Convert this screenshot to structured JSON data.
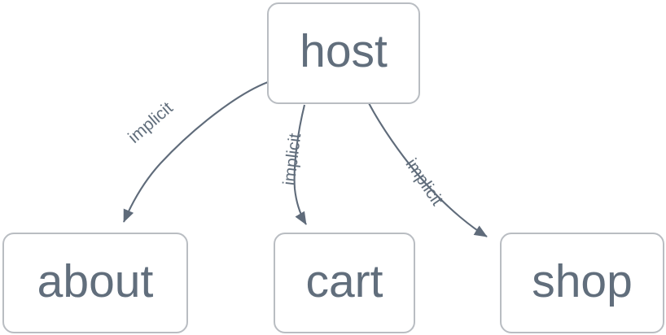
{
  "diagram": {
    "type": "directed-graph",
    "background_color": "#ffffff",
    "node_fill": "#ffffff",
    "node_border_color": "#b9bdc2",
    "text_color": "#616e7c",
    "edge_color": "#5f6b7a",
    "nodes": [
      {
        "id": "host",
        "label": "host"
      },
      {
        "id": "about",
        "label": "about"
      },
      {
        "id": "cart",
        "label": "cart"
      },
      {
        "id": "shop",
        "label": "shop"
      }
    ],
    "edges": [
      {
        "from": "host",
        "to": "about",
        "label": "implicit"
      },
      {
        "from": "host",
        "to": "cart",
        "label": "implicit"
      },
      {
        "from": "host",
        "to": "shop",
        "label": "implicit"
      }
    ]
  }
}
